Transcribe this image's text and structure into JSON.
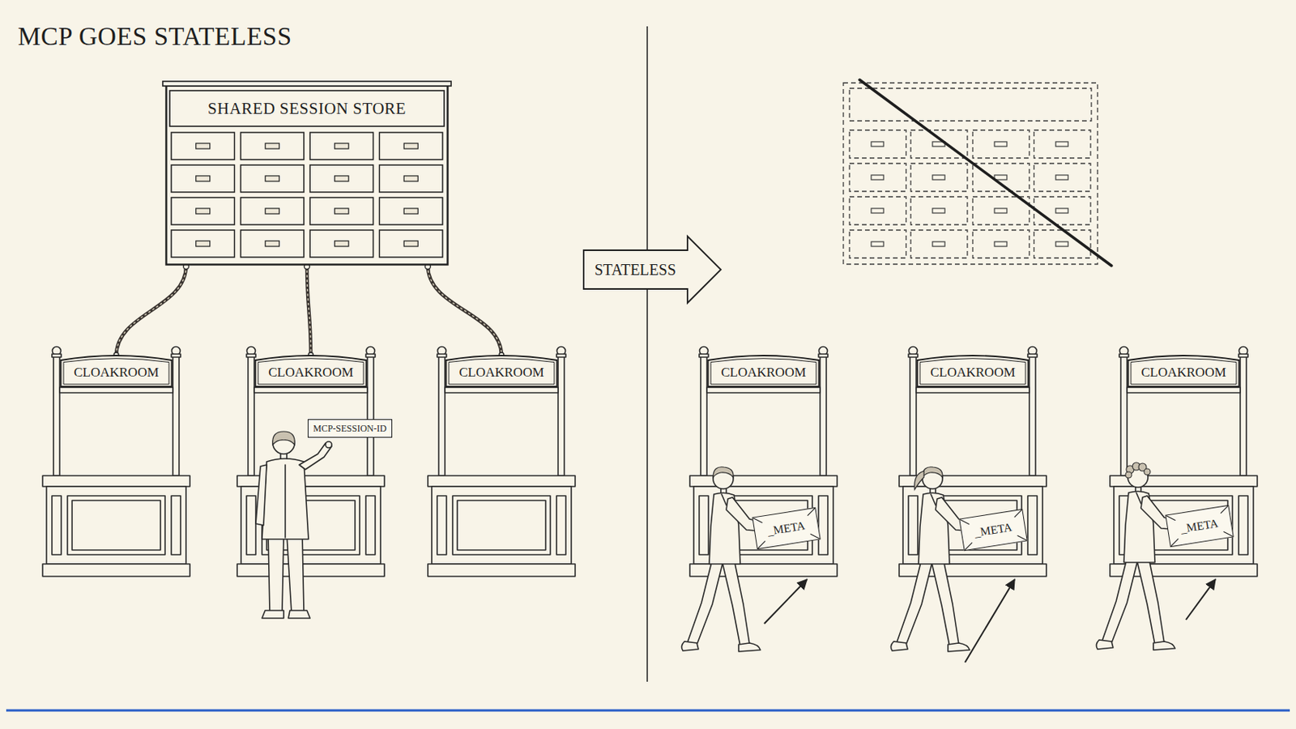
{
  "diagram": {
    "title": "MCP GOES STATELESS",
    "nodes": [
      {
        "text": [
          "SHARED SESSION STORE"
        ]
      },
      {
        "text": [
          "CLOAKROOM"
        ]
      },
      {
        "text": [
          "CLOAKROOM"
        ]
      },
      {
        "text": [
          "CLOAKROOM"
        ]
      },
      {
        "text": [
          "MCP-SESSION-ID"
        ]
      },
      {
        "text": [
          "STATELESS"
        ]
      },
      {
        "text": [
          "CLOAKROOM"
        ]
      },
      {
        "text": [
          "CLOAKROOM"
        ]
      },
      {
        "text": [
          "CLOAKROOM"
        ]
      },
      {
        "text": [
          "_META"
        ]
      },
      {
        "text": [
          "_META"
        ]
      },
      {
        "text": [
          "_META"
        ]
      }
    ],
    "edges": [
      {
        "from": 0,
        "to": 1,
        "arrow": "none"
      },
      {
        "from": 0,
        "to": 2,
        "arrow": "none"
      },
      {
        "from": 0,
        "to": 3,
        "arrow": "none"
      }
    ]
  }
}
